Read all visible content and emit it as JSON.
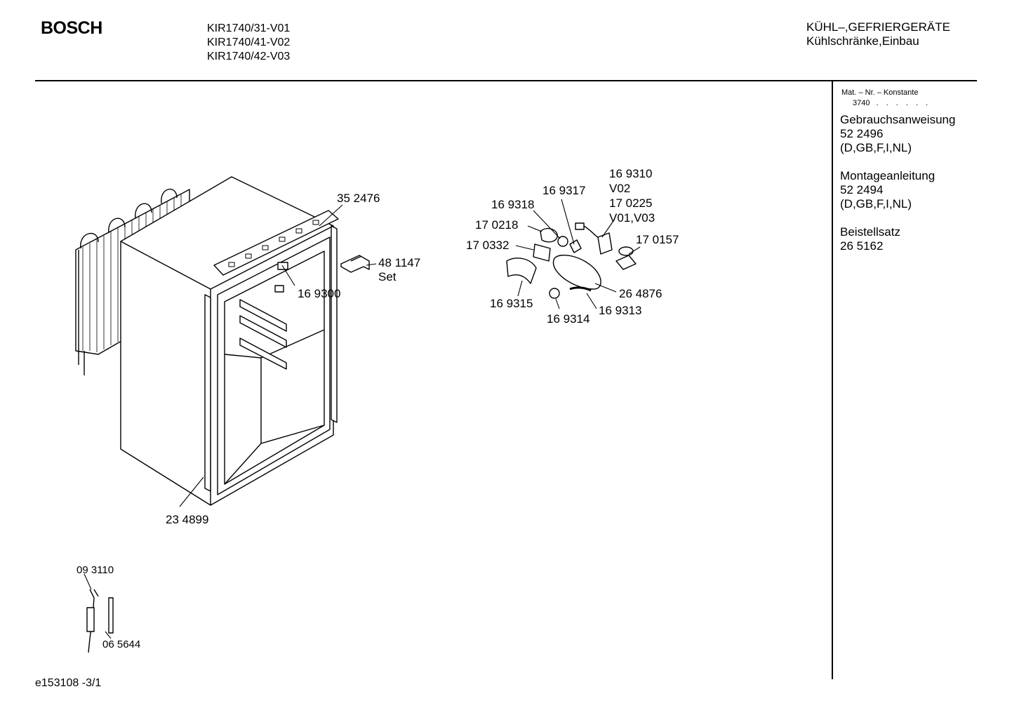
{
  "header": {
    "brand": "BOSCH",
    "models": [
      "KIR1740/31-V01",
      "KIR1740/41-V02",
      "KIR1740/42-V03"
    ],
    "category_line1": "KÜHL–,GEFRIERGERÄTE",
    "category_line2": "Kühlschränke,Einbau"
  },
  "sidebar": {
    "mat_label": "Mat. – Nr. – Konstante",
    "mat_value": "3740",
    "mat_dots": ". . . . . .",
    "docs": [
      {
        "title": "Gebrauchsanweisung",
        "number": "52 2496",
        "langs": "(D,GB,F,I,NL)"
      },
      {
        "title": "Montageanleitung",
        "number": "52 2494",
        "langs": "(D,GB,F,I,NL)"
      },
      {
        "title": "Beistellsatz",
        "number": "26 5162"
      }
    ]
  },
  "parts": {
    "p352476": "35 2476",
    "p481147": "48 1147",
    "p481147_note": "Set",
    "p169300": "16 9300",
    "p234899": "23 4899",
    "p169310": "16 9310",
    "p169310_variant": "V02",
    "p170225": "17 0225",
    "p170225_variant": "V01,V03",
    "p169317": "16 9317",
    "p169318": "16 9318",
    "p170218": "17 0218",
    "p170332": "17 0332",
    "p170157": "17 0157",
    "p264876": "26 4876",
    "p169315": "16 9315",
    "p169313": "16 9313",
    "p169314": "16 9314",
    "p093110": "09 3110",
    "p065644": "06 5644"
  },
  "footer": {
    "drawing_id": "e153108 -3/1"
  }
}
